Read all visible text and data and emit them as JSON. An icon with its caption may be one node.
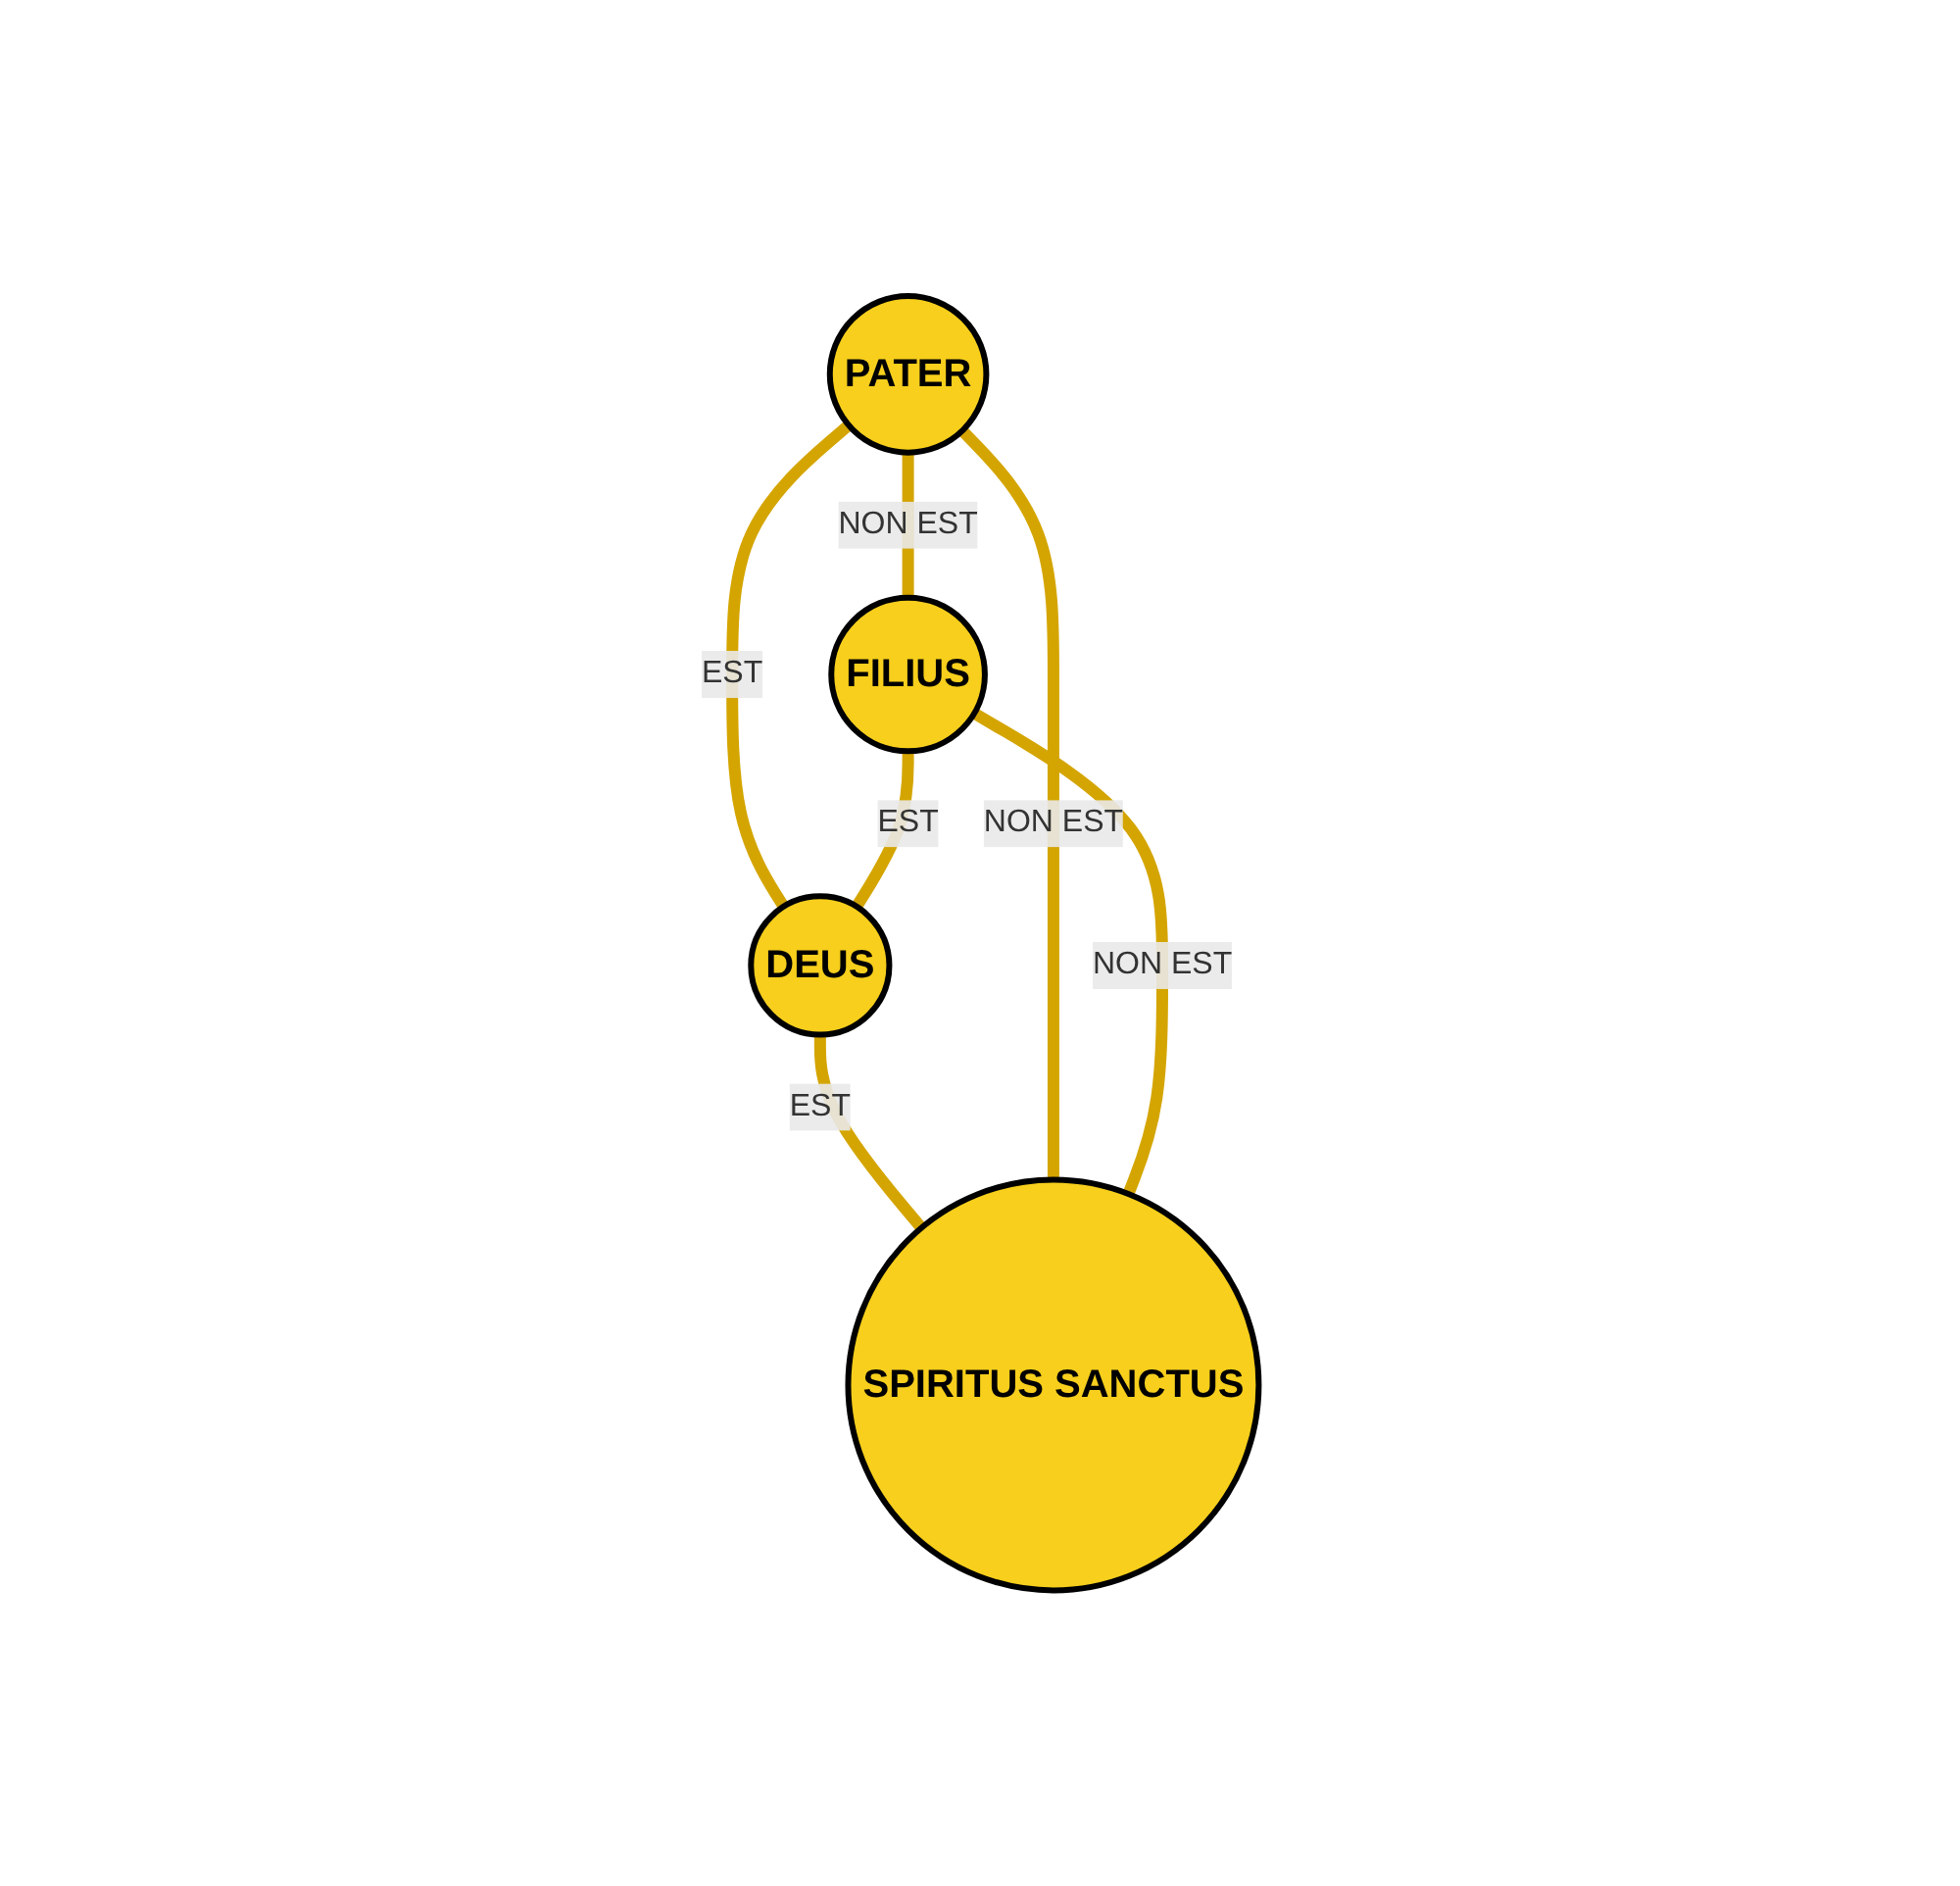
{
  "diagram": {
    "nodes": [
      {
        "text": [
          "PATER"
        ]
      },
      {
        "text": [
          "FILIUS"
        ]
      },
      {
        "text": [
          "DEUS"
        ]
      },
      {
        "text": [
          "SPIRITUS SANCTUS"
        ]
      }
    ],
    "edges": [
      {
        "from": 0,
        "to": 1,
        "arrow": "none",
        "label": "NON EST"
      },
      {
        "from": 0,
        "to": 2,
        "arrow": "none",
        "label": "EST"
      },
      {
        "from": 1,
        "to": 2,
        "arrow": "none",
        "label": "EST"
      },
      {
        "from": 2,
        "to": 3,
        "arrow": "none",
        "label": "EST"
      },
      {
        "from": 0,
        "to": 3,
        "arrow": "none",
        "label": "NON EST"
      },
      {
        "from": 1,
        "to": 3,
        "arrow": "none",
        "label": "NON EST"
      }
    ]
  }
}
